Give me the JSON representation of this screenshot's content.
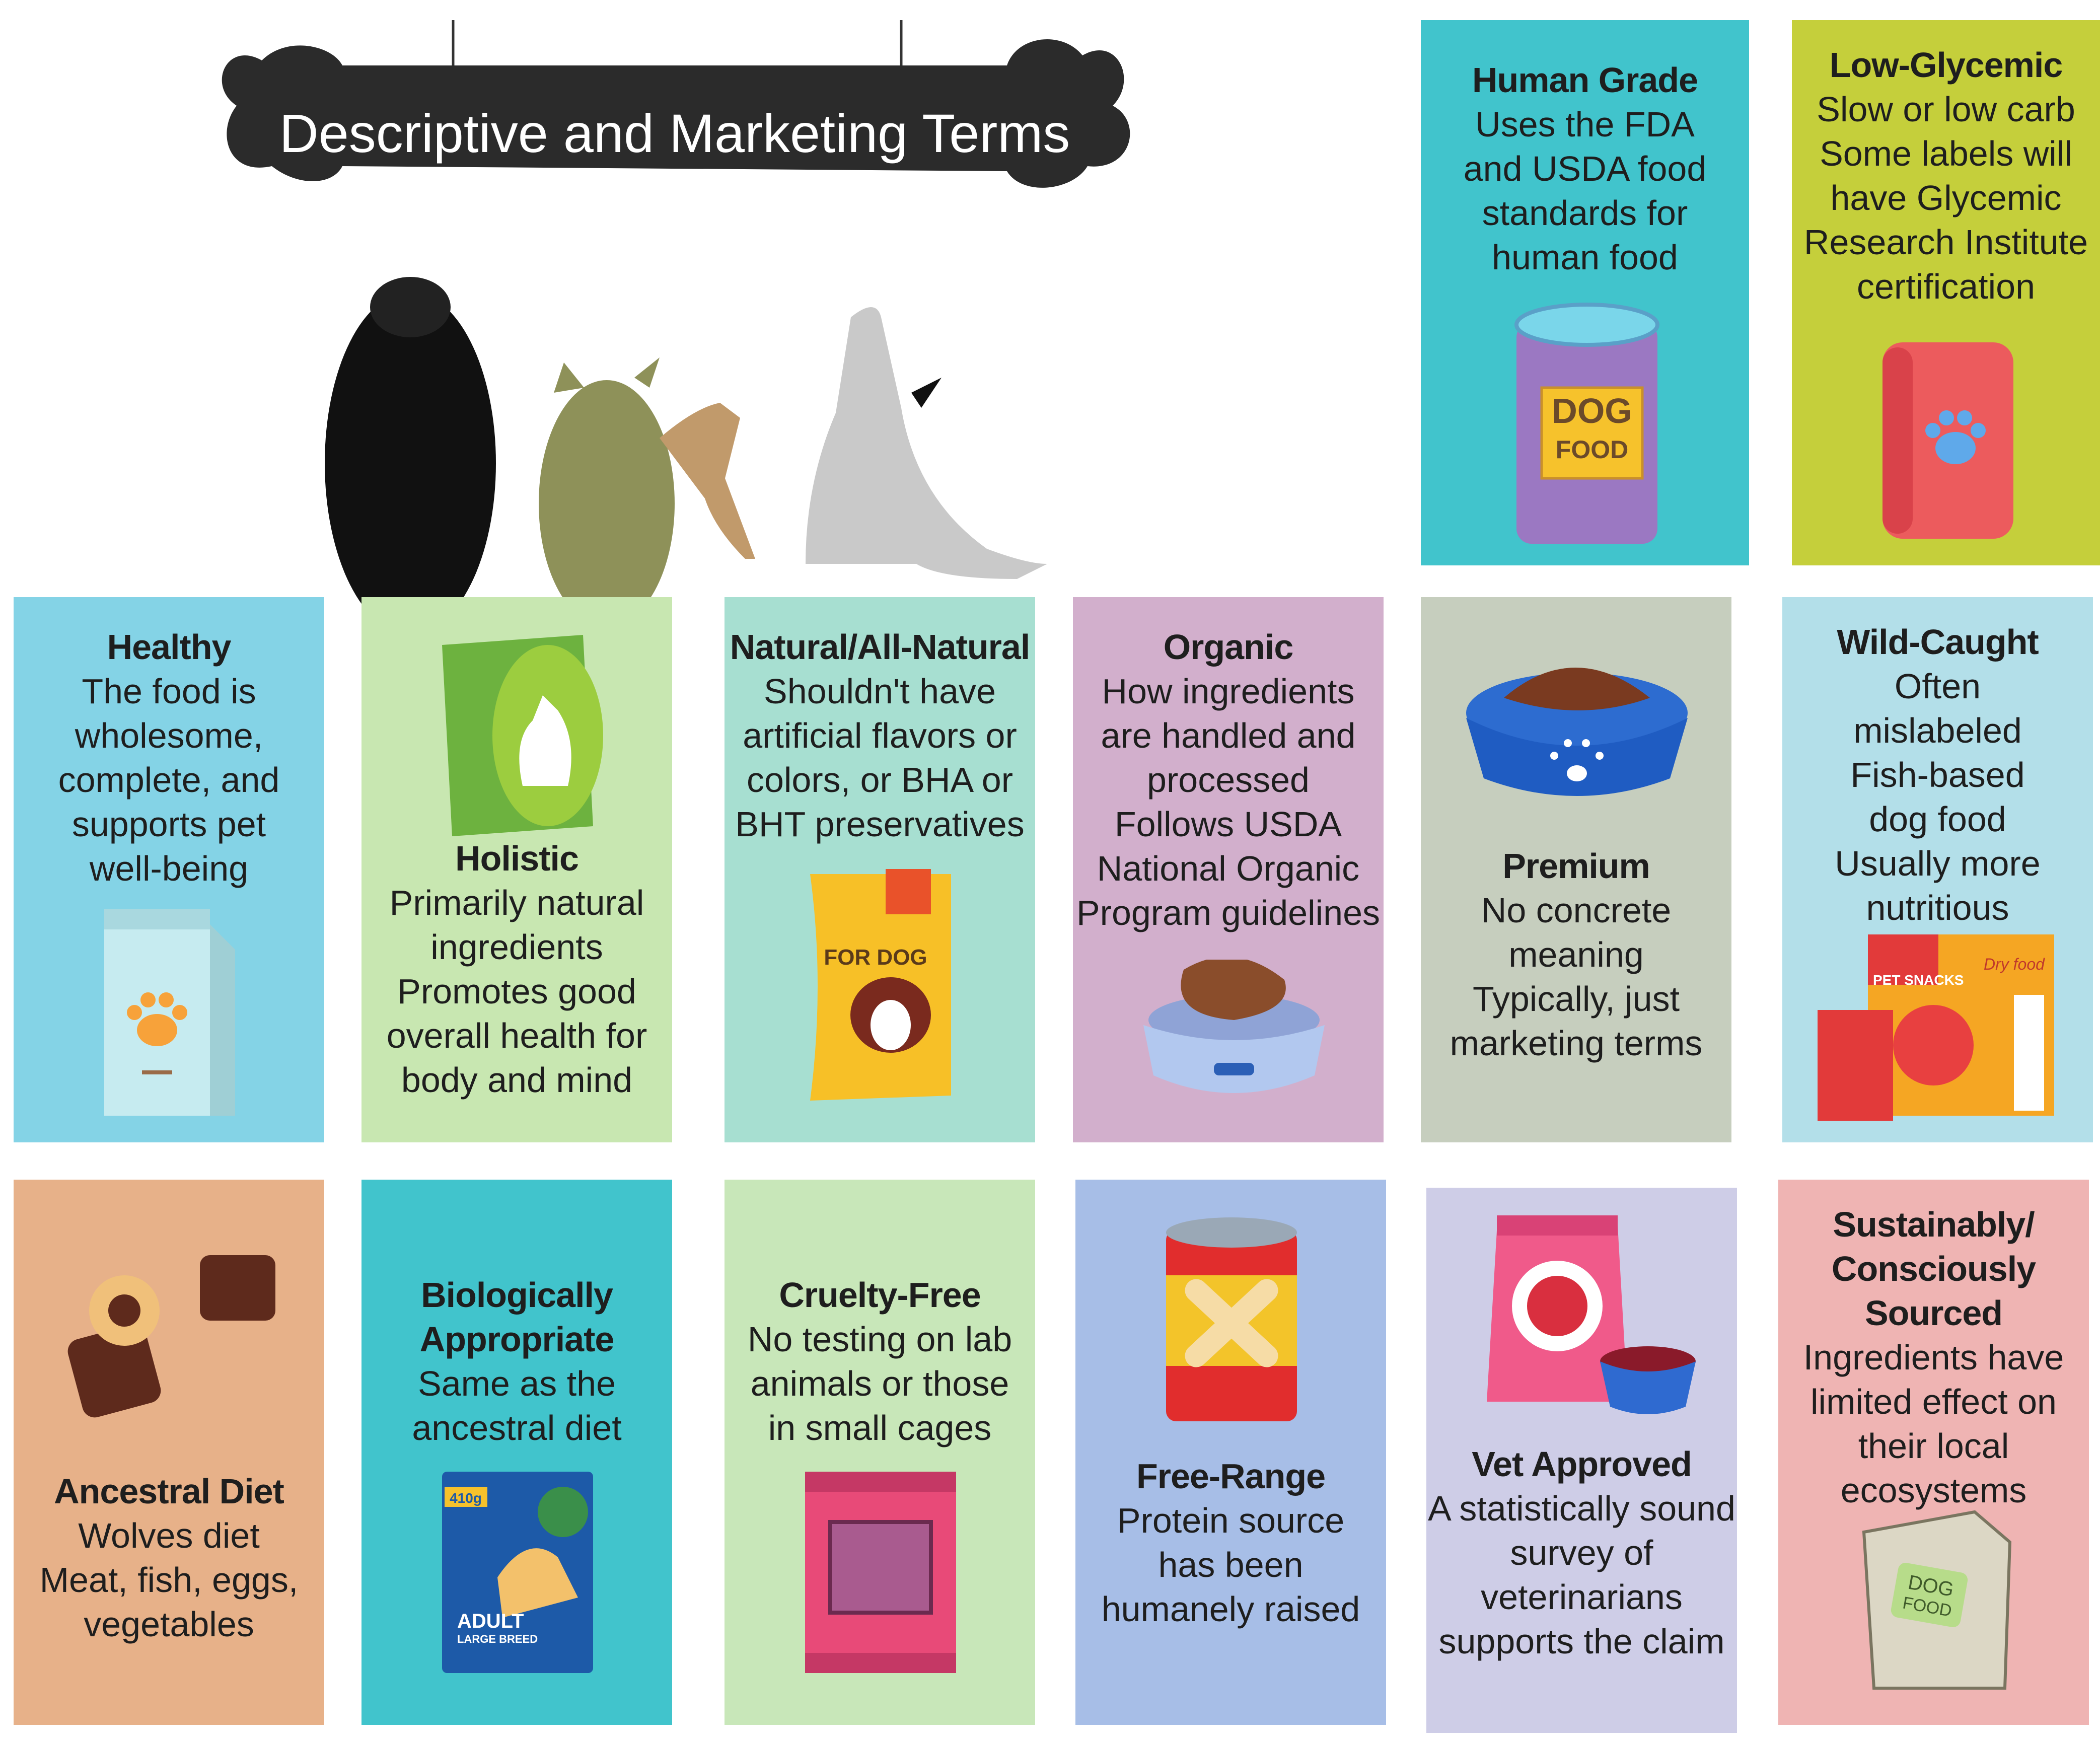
{
  "header": {
    "title": "Descriptive  and  Marketing Terms"
  },
  "colors": {
    "banner": "#2b2b2b"
  },
  "terms": [
    {
      "id": "human-grade",
      "title": "Human Grade",
      "lines": [
        "Uses the FDA",
        "and USDA food",
        "standards for",
        "human food"
      ],
      "color": "#41c4cc",
      "icon": "can-purple",
      "can_label": [
        "DOG",
        "FOOD"
      ]
    },
    {
      "id": "low-glycemic",
      "title": "Low-Glycemic",
      "lines": [
        "Slow or low carb",
        "Some labels will",
        "have Glycemic",
        "Research Institute",
        "certification"
      ],
      "color": "#c5cf3b",
      "icon": "bag-red-paw"
    },
    {
      "id": "healthy",
      "title": "Healthy",
      "lines": [
        "The food is",
        "wholesome,",
        "complete, and",
        "supports pet",
        "well-being"
      ],
      "color": "#84d3e6",
      "icon": "bag-paw-light"
    },
    {
      "id": "holistic",
      "title": "Holistic",
      "lines": [
        "Primarily natural",
        "ingredients",
        "Promotes good",
        "overall health for",
        "body and mind"
      ],
      "color": "#c8e7b1",
      "icon": "bag-green-dog"
    },
    {
      "id": "natural",
      "title": "Natural/All-Natural",
      "lines": [
        "Shouldn't have",
        "artificial flavors or",
        "colors, or BHA or",
        "BHT preservatives"
      ],
      "color": "#a7dfd1",
      "icon": "bag-yellow-dog",
      "bag_label": "FOR DOG"
    },
    {
      "id": "organic",
      "title": "Organic",
      "lines": [
        "How ingredients",
        "are handled and",
        "processed",
        "Follows USDA",
        "National Organic",
        "Program guidelines"
      ],
      "color": "#d2afcc",
      "icon": "bowl-light-blue"
    },
    {
      "id": "premium",
      "title": "Premium",
      "lines": [
        "No concrete",
        "meaning",
        "Typically, just",
        "marketing terms"
      ],
      "color": "#c6cebe",
      "icon": "bowl-blue"
    },
    {
      "id": "wild-caught",
      "title": "Wild-Caught",
      "lines": [
        "Often",
        "mislabeled",
        "Fish-based",
        "dog food",
        "Usually more",
        "nutritious"
      ],
      "color": "#b3dfe9",
      "icon": "pet-snacks",
      "snack_labels": [
        "PET SNACKS",
        "Dry food"
      ]
    },
    {
      "id": "ancestral",
      "title": "Ancestral Diet",
      "lines": [
        "Wolves diet",
        "Meat, fish, eggs,",
        "vegetables"
      ],
      "color": "#e7b189",
      "icon": "kibble"
    },
    {
      "id": "biologically-appropriate",
      "title": "Biologically",
      "title2": "Appropriate",
      "lines": [
        "Same as the",
        "ancestral diet"
      ],
      "color": "#41c4cc",
      "icon": "bag-blue-adult",
      "bag_labels": [
        "410g",
        "ADULT",
        "LARGE BREED"
      ]
    },
    {
      "id": "cruelty-free",
      "title": "Cruelty-Free",
      "lines": [
        "No testing on lab",
        "animals or those",
        "in small cages"
      ],
      "color": "#c8e7b9",
      "icon": "pouch-pink"
    },
    {
      "id": "free-range",
      "title": "Free-Range",
      "lines": [
        "Protein source",
        "has been",
        "humanely raised"
      ],
      "color": "#a7bee7",
      "icon": "can-bone"
    },
    {
      "id": "vet-approved",
      "title": "Vet Approved",
      "lines": [
        "A statistically sound",
        "survey of",
        "veterinarians",
        "supports the claim"
      ],
      "color": "#cecde7",
      "icon": "bag-pink-bowl"
    },
    {
      "id": "sustainably-sourced",
      "title": "Sustainably/",
      "title2": "Consciously",
      "title3": "Sourced",
      "lines": [
        "Ingredients have",
        "limited effect on",
        "their local",
        "ecosystems"
      ],
      "color": "#efb4b3",
      "icon": "bag-kraft",
      "bag_label": [
        "DOG",
        "FOOD"
      ]
    }
  ]
}
